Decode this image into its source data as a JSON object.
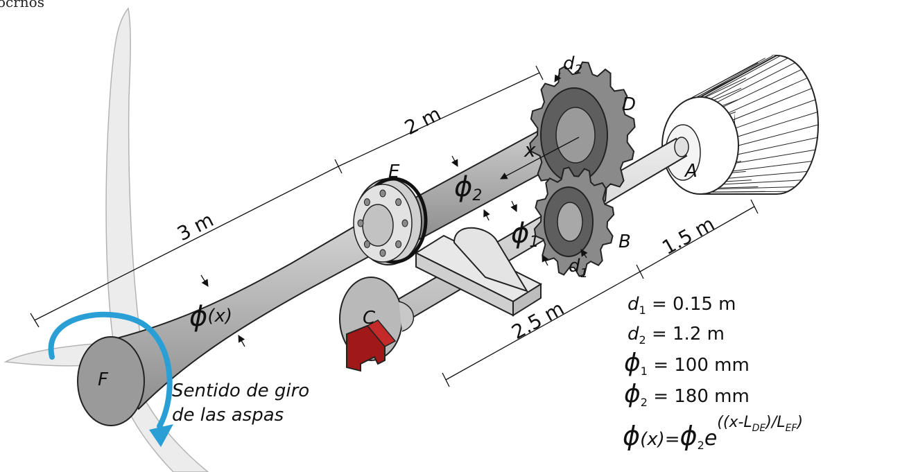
{
  "header_fragment": "ocrnos",
  "labels": {
    "A": "A",
    "B": "B",
    "C": "C",
    "D": "D",
    "E": "E",
    "F": "F",
    "x": "x",
    "d": "d",
    "sub1": "1",
    "sub2": "2",
    "phi": "ϕ",
    "phi_x_arg": "(x)"
  },
  "dimensions": {
    "len_2m": "2 m",
    "len_3m": "3 m",
    "len_1_5m": "1.5 m",
    "len_2_5m": "2.5 m"
  },
  "rotation_note": {
    "line1": "Sentido de giro",
    "line2": "de las aspas"
  },
  "equations": {
    "d1_value": " = 0.15 m",
    "d2_value": " = 1.2 m",
    "phi1_value": " = 100 mm",
    "phi2_value": " = 180 mm",
    "phi_x_lhs": "(x)=",
    "e": "e",
    "exp_open": "((x-L",
    "exp_DE": "DE",
    "exp_mid": ")/L",
    "exp_EF": "EF",
    "exp_close": ")"
  },
  "colors": {
    "shaft": "#b4b4b4",
    "shaft_light": "#d8d8d8",
    "gear": "#8a8a8a",
    "gear_dark": "#5e5e5e",
    "brake": "#a01818",
    "arrow_blue": "#2a9fd6",
    "blade": "#e4e4e4",
    "bearing": "#dcdcdc"
  }
}
